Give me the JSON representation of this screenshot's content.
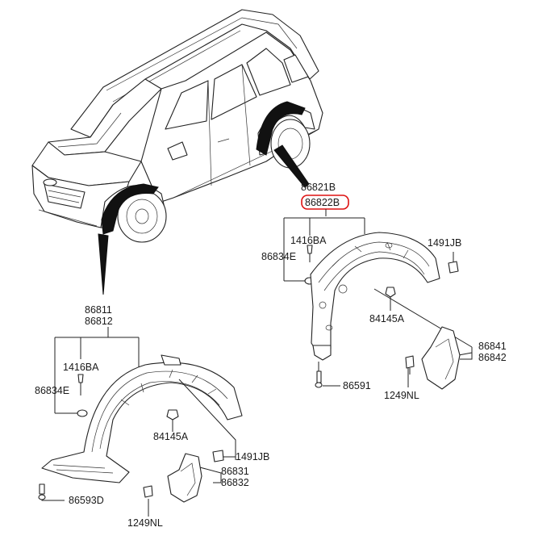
{
  "diagram": {
    "highlight_color": "#dd1111",
    "rear": {
      "part_a": "86821B",
      "part_b": "86822B",
      "clip_top": "1416BA",
      "clip_side": "86834E",
      "clip_right": "1491JB",
      "nut": "84145A",
      "mudguard_a": "86841",
      "mudguard_b": "86842",
      "screw_lower": "86591",
      "screw_mud": "1249NL"
    },
    "front": {
      "part_a": "86811",
      "part_b": "86812",
      "clip_top": "1416BA",
      "clip_side": "86834E",
      "nut": "84145A",
      "clip_right": "1491JB",
      "mudguard_a": "86831",
      "mudguard_b": "86832",
      "screw_lower": "86593D",
      "screw_mud": "1249NL"
    }
  }
}
